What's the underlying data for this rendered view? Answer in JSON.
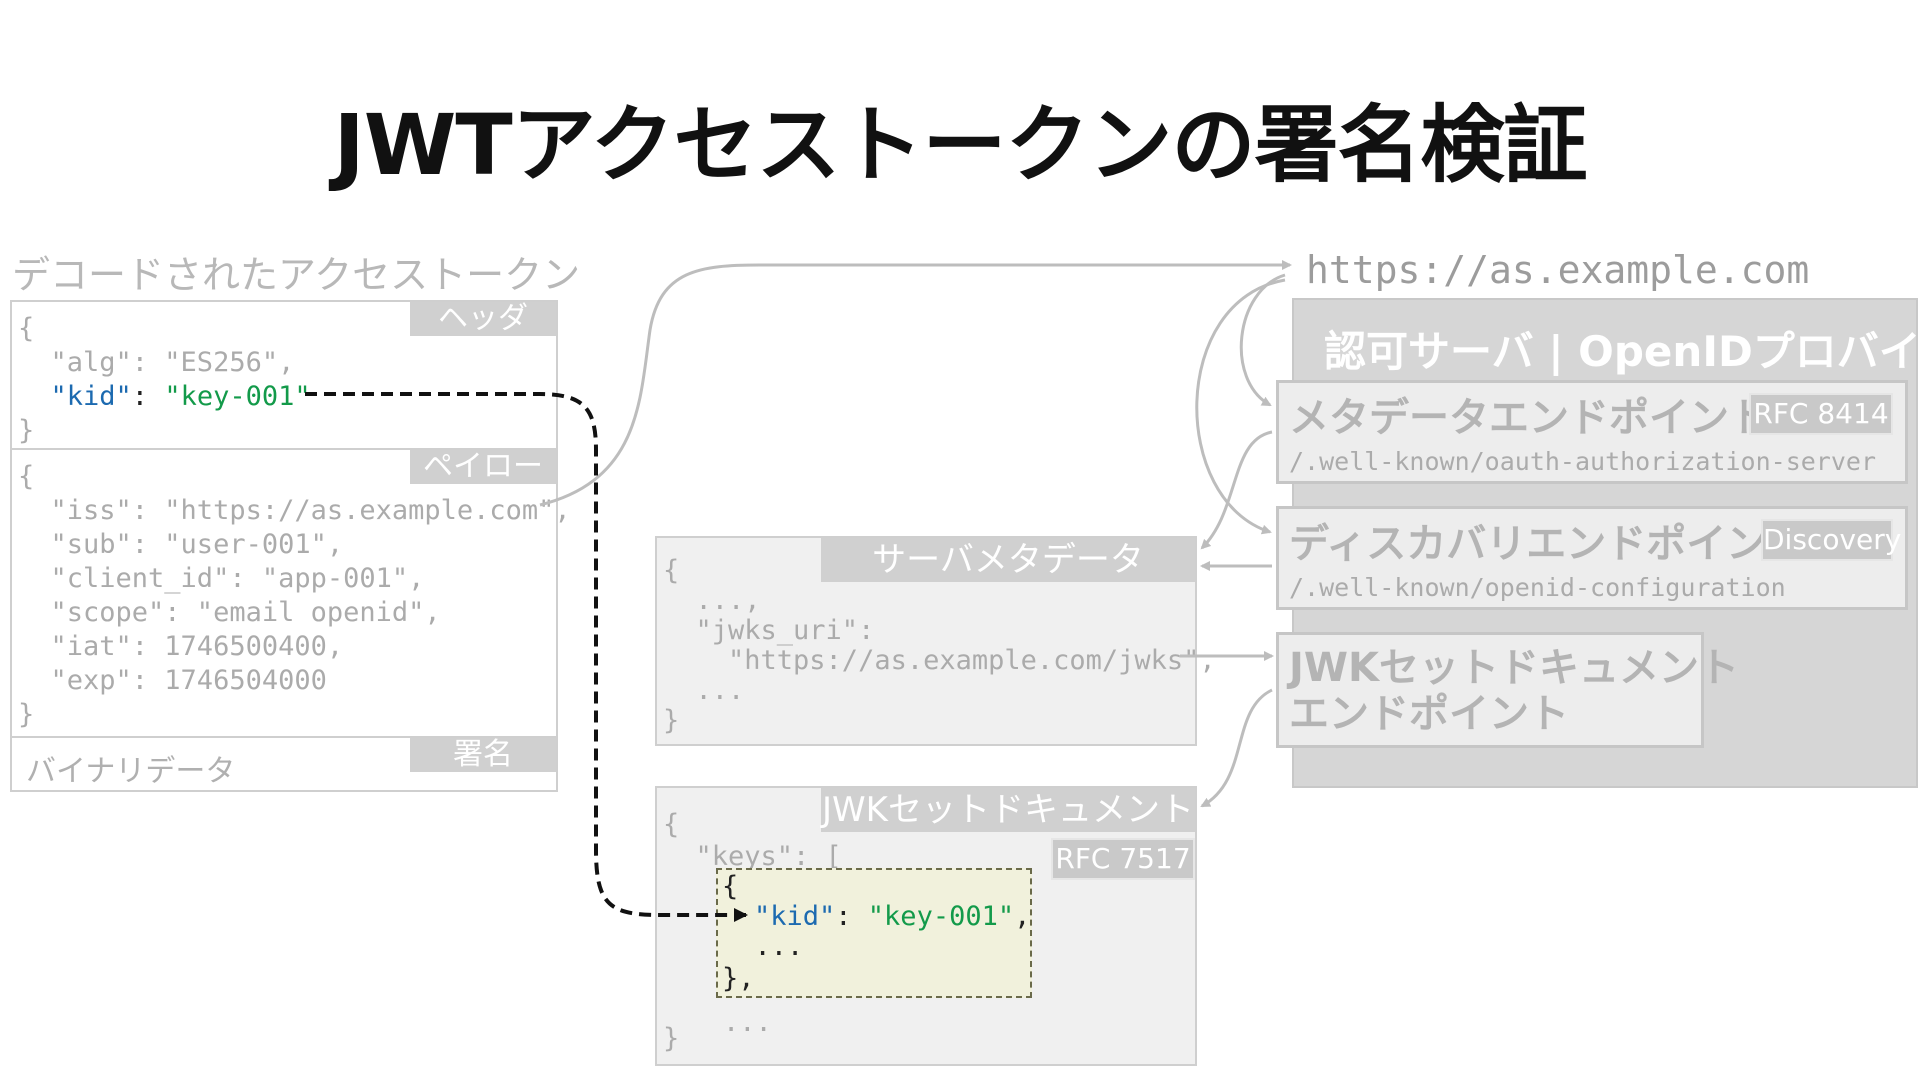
{
  "title": "JWTアクセストークンの署名検証",
  "token": {
    "section_label": "デコードされたアクセストークン",
    "header_tag": "ヘッダ",
    "payload_tag": "ペイロード",
    "signature_tag": "署名",
    "open_brace": "{",
    "close_brace": "}",
    "header_lines": {
      "alg": "  \"alg\": \"ES256\",",
      "kid_key": "\"kid\"",
      "kid_colon": ": ",
      "kid_value": "\"key-001\""
    },
    "payload_lines": [
      "  \"iss\": \"https://as.example.com\",",
      "  \"sub\": \"user-001\",",
      "  \"client_id\": \"app-001\",",
      "  \"scope\": \"email openid\",",
      "  \"iat\": 1746500400,",
      "  \"exp\": 1746504000"
    ],
    "signature_text": "バイナリデータ"
  },
  "issuer_url": "https://as.example.com",
  "server": {
    "title": "認可サーバ | OpenIDプロバイダ",
    "metadata_endpoint": {
      "title": "メタデータエンドポイント",
      "badge": "RFC 8414",
      "path": "/.well-known/oauth-authorization-server"
    },
    "discovery_endpoint": {
      "title": "ディスカバリエンドポイント",
      "badge": "Discovery",
      "path": "/.well-known/openid-configuration"
    },
    "jwks_endpoint": {
      "title_line1": "JWKセットドキュメント",
      "title_line2": "エンドポイント"
    }
  },
  "server_metadata": {
    "tag": "サーバメタデータ",
    "lines": [
      "{",
      "  ...,",
      "  \"jwks_uri\":",
      "    \"https://as.example.com/jwks\",",
      "  ...",
      "}"
    ]
  },
  "jwk_set": {
    "tag": "JWKセットドキュメント",
    "badge": "RFC 7517",
    "open_brace": "{",
    "keys_line": "  \"keys\": [",
    "entry_open": "{",
    "entry_kid_key": "\"kid\"",
    "entry_kid_colon": ": ",
    "entry_kid_value": "\"key-001\"",
    "entry_kid_comma": ",",
    "entry_ellipsis": "  ...",
    "entry_close": "},",
    "after_ellipsis": "...",
    "close_brace": "}"
  }
}
